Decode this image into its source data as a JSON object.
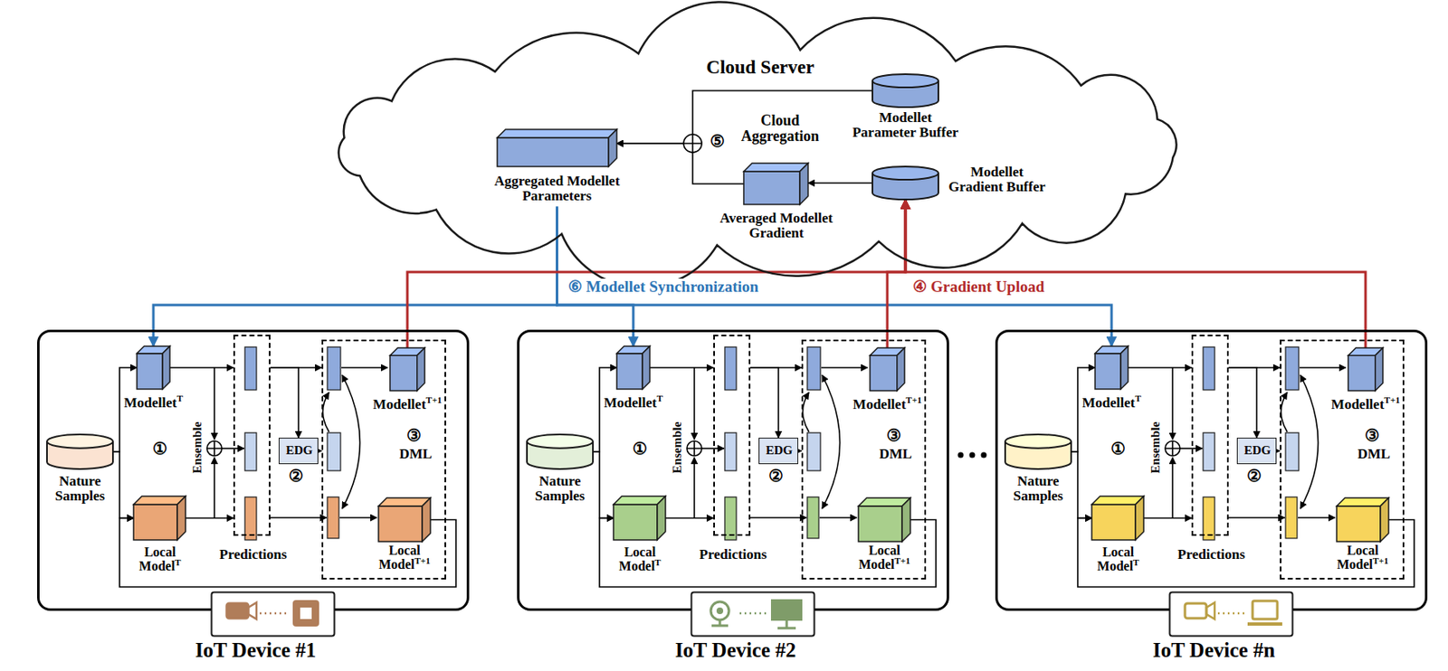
{
  "diagram": {
    "nodes": [
      {
        "text": [
          "Cloud Server"
        ]
      },
      {
        "text": [
          "Aggregated Modellet Parameters"
        ],
        "in": 0
      },
      {
        "text": [
          "Modellet Parameter Buffer"
        ],
        "in": 0
      },
      {
        "text": [
          "Averaged Modellet Gradient"
        ],
        "in": 0
      },
      {
        "text": [
          "Modellet Gradient Buffer"
        ],
        "in": 0
      },
      {
        "text": [
          "IoT Device #1"
        ]
      },
      {
        "text": [
          "Nature Samples"
        ],
        "in": 5
      },
      {
        "text": [
          "Modellet",
          "T"
        ],
        "in": 5
      },
      {
        "text": [
          "Local Model",
          "T"
        ],
        "in": 5
      },
      {
        "text": [
          "Predictions"
        ],
        "in": 5
      },
      {
        "text": [
          "EDG"
        ],
        "in": 5
      },
      {
        "text": [
          "③",
          "DML"
        ],
        "in": 5
      },
      {
        "text": [
          "Modellet",
          "T+1"
        ],
        "in": 11
      },
      {
        "text": [
          "Local Model",
          "T+1"
        ],
        "in": 11
      },
      {
        "text": [
          "IoT Device #2"
        ]
      },
      {
        "text": [
          "Nature Samples"
        ],
        "in": 14
      },
      {
        "text": [
          "Modellet",
          "T"
        ],
        "in": 14
      },
      {
        "text": [
          "Local Model",
          "T"
        ],
        "in": 14
      },
      {
        "text": [
          "Predictions"
        ],
        "in": 14
      },
      {
        "text": [
          "EDG"
        ],
        "in": 14
      },
      {
        "text": [
          "③",
          "DML"
        ],
        "in": 14
      },
      {
        "text": [
          "Modellet",
          "T+1"
        ],
        "in": 20
      },
      {
        "text": [
          "Local Model",
          "T+1"
        ],
        "in": 20
      },
      {
        "text": [
          "IoT Device #n"
        ]
      },
      {
        "text": [
          "Nature Samples"
        ],
        "in": 23
      },
      {
        "text": [
          "Modellet",
          "T"
        ],
        "in": 23
      },
      {
        "text": [
          "Local Model",
          "T"
        ],
        "in": 23
      },
      {
        "text": [
          "Predictions"
        ],
        "in": 23
      },
      {
        "text": [
          "EDG"
        ],
        "in": 23
      },
      {
        "text": [
          "③",
          "DML"
        ],
        "in": 23
      },
      {
        "text": [
          "Modellet",
          "T+1"
        ],
        "in": 29
      },
      {
        "text": [
          "Local Model",
          "T+1"
        ],
        "in": 29
      }
    ],
    "edges": [
      {
        "from": 4,
        "to": 3,
        "arrow": "to"
      },
      {
        "from": 3,
        "to": 1,
        "arrow": "to"
      },
      {
        "from": 2,
        "to": 1,
        "arrow": "to"
      },
      {
        "from": 1,
        "to": 7,
        "label": "⑥ Modellet Synchronization",
        "arrow": "to"
      },
      {
        "from": 1,
        "to": 16,
        "arrow": "to"
      },
      {
        "from": 1,
        "to": 25,
        "arrow": "to"
      },
      {
        "from": 12,
        "to": 4,
        "arrow": "to"
      },
      {
        "from": 21,
        "to": 4,
        "label": "④ Gradient Upload",
        "arrow": "to"
      },
      {
        "from": 30,
        "to": 4,
        "arrow": "to"
      },
      {
        "from": 6,
        "to": 7,
        "arrow": "to"
      },
      {
        "from": 6,
        "to": 8,
        "arrow": "to"
      },
      {
        "from": 7,
        "to": 9,
        "arrow": "to"
      },
      {
        "from": 8,
        "to": 9,
        "arrow": "to"
      },
      {
        "from": 9,
        "to": 10,
        "arrow": "to"
      },
      {
        "from": 10,
        "to": 11,
        "arrow": "to"
      },
      {
        "from": 9,
        "to": 11,
        "arrow": "to"
      },
      {
        "from": 13,
        "to": 8,
        "arrow": "to"
      },
      {
        "from": 15,
        "to": 16,
        "arrow": "to"
      },
      {
        "from": 15,
        "to": 17,
        "arrow": "to"
      },
      {
        "from": 16,
        "to": 18,
        "arrow": "to"
      },
      {
        "from": 17,
        "to": 18,
        "arrow": "to"
      },
      {
        "from": 18,
        "to": 19,
        "arrow": "to"
      },
      {
        "from": 19,
        "to": 20,
        "arrow": "to"
      },
      {
        "from": 18,
        "to": 20,
        "arrow": "to"
      },
      {
        "from": 22,
        "to": 17,
        "arrow": "to"
      },
      {
        "from": 24,
        "to": 25,
        "arrow": "to"
      },
      {
        "from": 24,
        "to": 26,
        "arrow": "to"
      },
      {
        "from": 25,
        "to": 27,
        "arrow": "to"
      },
      {
        "from": 26,
        "to": 27,
        "arrow": "to"
      },
      {
        "from": 27,
        "to": 28,
        "arrow": "to"
      },
      {
        "from": 28,
        "to": 29,
        "arrow": "to"
      },
      {
        "from": 27,
        "to": 29,
        "arrow": "to"
      },
      {
        "from": 31,
        "to": 26,
        "arrow": "to"
      }
    ],
    "labels": [
      "⑤",
      "Cloud Aggregation",
      "①",
      "Ensemble",
      "②",
      "①",
      "Ensemble",
      "②",
      "①",
      "Ensemble",
      "②"
    ]
  }
}
